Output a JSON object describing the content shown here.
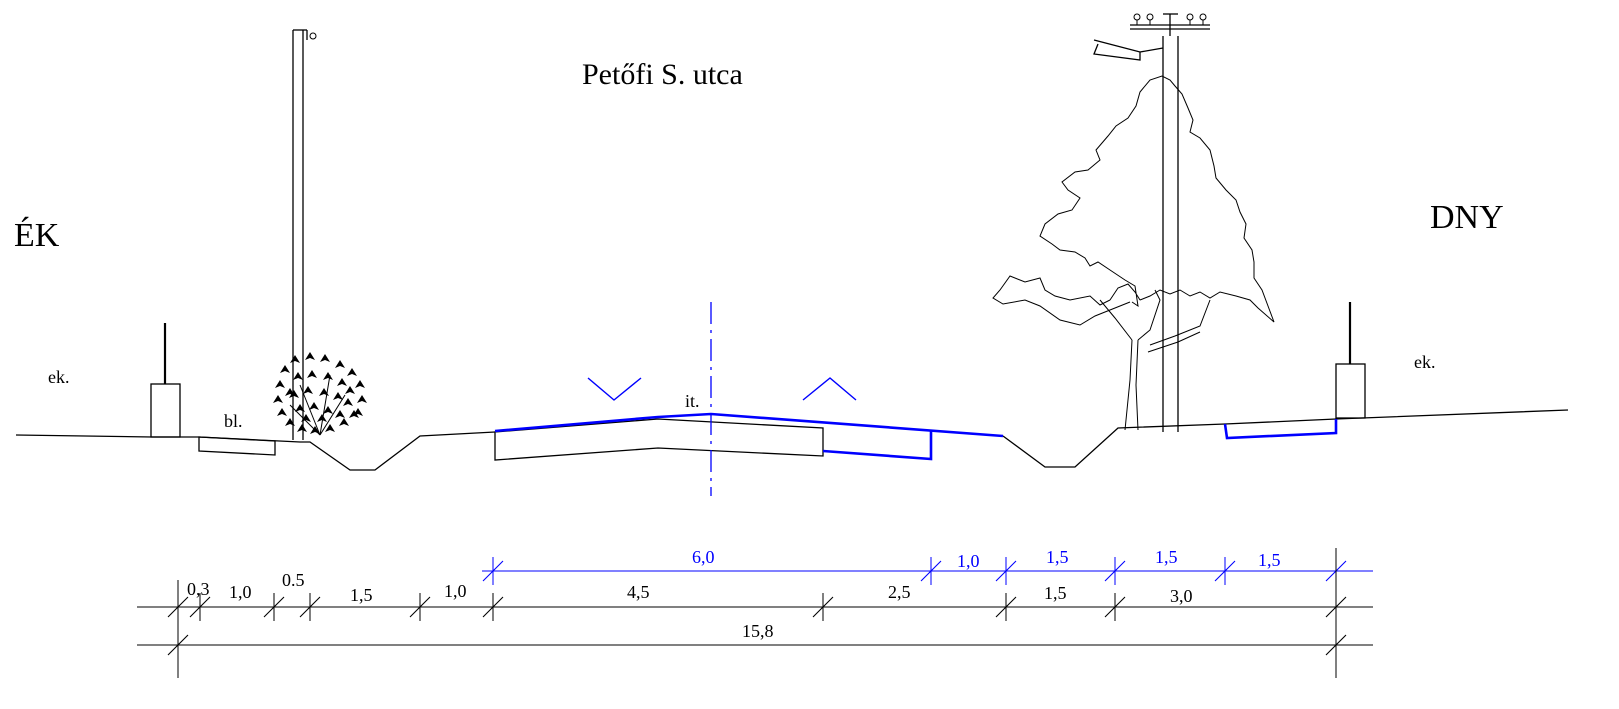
{
  "drawing": {
    "title": "Petőfi S.  utca",
    "direction_left": "ÉK",
    "direction_right": "DNY",
    "labels": {
      "ek_left": "ek.",
      "ek_right": "ek.",
      "bl": "bl.",
      "it": "it."
    },
    "dims_blue": [
      "6,0",
      "1,0",
      "1,5",
      "1,5",
      "1,5"
    ],
    "dims_row1": [
      "0,3",
      "1,0",
      "0.5",
      "1,5",
      "1,0",
      "4,5",
      "2,5",
      "1,5",
      "3,0"
    ],
    "dims_total": "15,8"
  },
  "colors": {
    "ink": "#000000",
    "proposed": "#0000ff",
    "background": "#ffffff"
  }
}
